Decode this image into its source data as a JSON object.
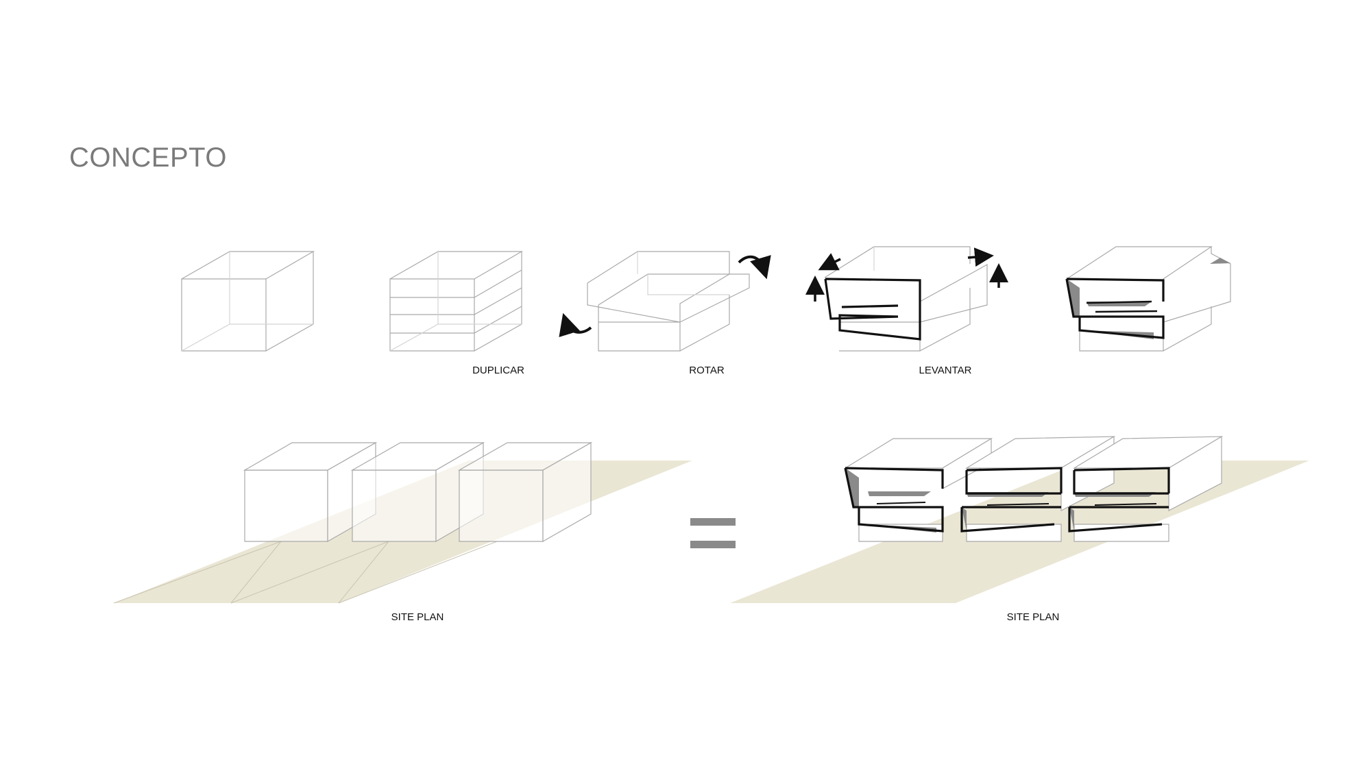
{
  "title": "CONCEPTO",
  "steps": {
    "duplicate_label": "DUPLICAR",
    "rotate_label": "ROTAR",
    "lift_label": "LEVANTAR"
  },
  "site_plans": {
    "left_label": "SITE PLAN",
    "right_label": "SITE PLAN"
  },
  "colors": {
    "site_fill": "#eae6d4",
    "thin_line": "#a9a9a9",
    "thick_line": "#111111",
    "shade": "#8a8a8a",
    "title": "#7a7a7a"
  },
  "icons": {
    "equals": "equals-icon",
    "arrows": [
      "rotate-arrow-icon",
      "move-arrow-icon",
      "lift-arrow-icon"
    ]
  }
}
